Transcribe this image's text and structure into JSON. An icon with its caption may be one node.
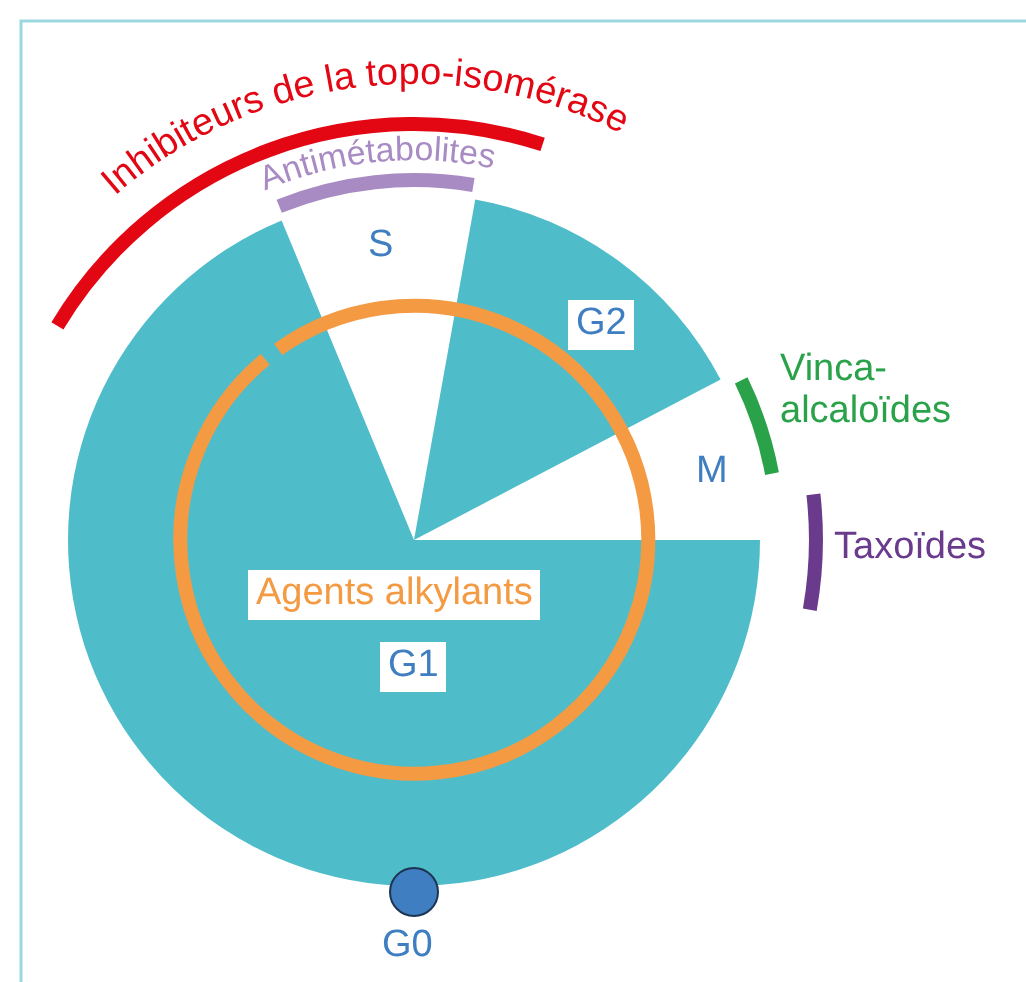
{
  "diagram": {
    "labels": [
      "Inhibiteurs de la topo-isomérase",
      "Antimétabolites",
      "S",
      "G2",
      "Vinca- alcaloïdes",
      "M",
      "Taxoïdes",
      "Agents alkylants",
      "G1",
      "G0"
    ]
  }
}
